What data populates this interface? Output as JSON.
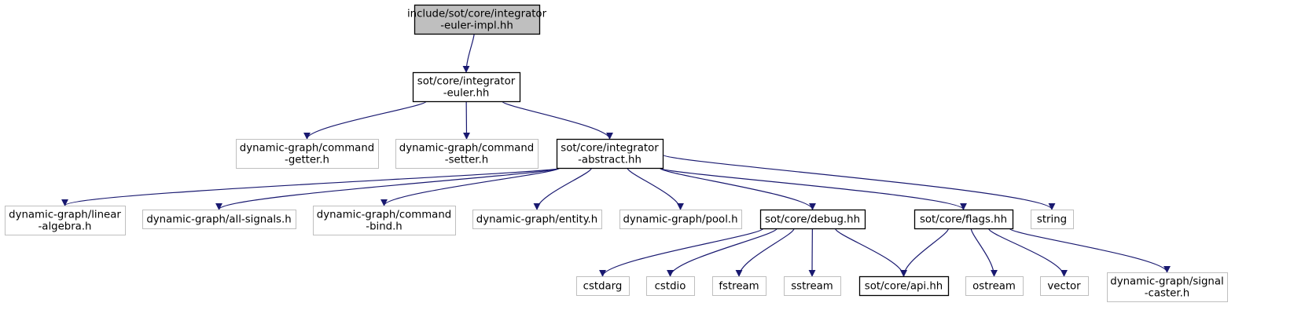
{
  "colors": {
    "edge": "#191970",
    "root_fill": "#bfbfbf",
    "documented_border": "#000000",
    "external_border": "#bfbfbf"
  },
  "nodes": [
    {
      "id": "root",
      "kind": "root",
      "lines": [
        "include/sot/core/integrator",
        "-euler-impl.hh"
      ]
    },
    {
      "id": "euler",
      "kind": "documented",
      "lines": [
        "sot/core/integrator",
        "-euler.hh"
      ]
    },
    {
      "id": "getter",
      "kind": "external",
      "lines": [
        "dynamic-graph/command",
        "-getter.h"
      ]
    },
    {
      "id": "setter",
      "kind": "external",
      "lines": [
        "dynamic-graph/command",
        "-setter.h"
      ]
    },
    {
      "id": "abstract",
      "kind": "documented",
      "lines": [
        "sot/core/integrator",
        "-abstract.hh"
      ]
    },
    {
      "id": "linear",
      "kind": "external",
      "lines": [
        "dynamic-graph/linear",
        "-algebra.h"
      ]
    },
    {
      "id": "allsignals",
      "kind": "external",
      "lines": [
        "dynamic-graph/all-signals.h"
      ]
    },
    {
      "id": "bind",
      "kind": "external",
      "lines": [
        "dynamic-graph/command",
        "-bind.h"
      ]
    },
    {
      "id": "entity",
      "kind": "external",
      "lines": [
        "dynamic-graph/entity.h"
      ]
    },
    {
      "id": "pool",
      "kind": "external",
      "lines": [
        "dynamic-graph/pool.h"
      ]
    },
    {
      "id": "debug",
      "kind": "documented",
      "lines": [
        "sot/core/debug.hh"
      ]
    },
    {
      "id": "flags",
      "kind": "documented",
      "lines": [
        "sot/core/flags.hh"
      ]
    },
    {
      "id": "string",
      "kind": "external",
      "lines": [
        "string"
      ]
    },
    {
      "id": "cstdarg",
      "kind": "external",
      "lines": [
        "cstdarg"
      ]
    },
    {
      "id": "cstdio",
      "kind": "external",
      "lines": [
        "cstdio"
      ]
    },
    {
      "id": "fstream",
      "kind": "external",
      "lines": [
        "fstream"
      ]
    },
    {
      "id": "sstream",
      "kind": "external",
      "lines": [
        "sstream"
      ]
    },
    {
      "id": "api",
      "kind": "documented",
      "lines": [
        "sot/core/api.hh"
      ]
    },
    {
      "id": "ostream",
      "kind": "external",
      "lines": [
        "ostream"
      ]
    },
    {
      "id": "vector",
      "kind": "external",
      "lines": [
        "vector"
      ]
    },
    {
      "id": "caster",
      "kind": "external",
      "lines": [
        "dynamic-graph/signal",
        "-caster.h"
      ]
    }
  ],
  "edges": [
    [
      "root",
      "euler"
    ],
    [
      "euler",
      "getter"
    ],
    [
      "euler",
      "setter"
    ],
    [
      "euler",
      "abstract"
    ],
    [
      "abstract",
      "linear"
    ],
    [
      "abstract",
      "allsignals"
    ],
    [
      "abstract",
      "bind"
    ],
    [
      "abstract",
      "entity"
    ],
    [
      "abstract",
      "pool"
    ],
    [
      "abstract",
      "debug"
    ],
    [
      "abstract",
      "flags"
    ],
    [
      "abstract",
      "string"
    ],
    [
      "debug",
      "cstdarg"
    ],
    [
      "debug",
      "cstdio"
    ],
    [
      "debug",
      "fstream"
    ],
    [
      "debug",
      "sstream"
    ],
    [
      "debug",
      "api"
    ],
    [
      "flags",
      "api"
    ],
    [
      "flags",
      "ostream"
    ],
    [
      "flags",
      "vector"
    ],
    [
      "flags",
      "caster"
    ]
  ]
}
